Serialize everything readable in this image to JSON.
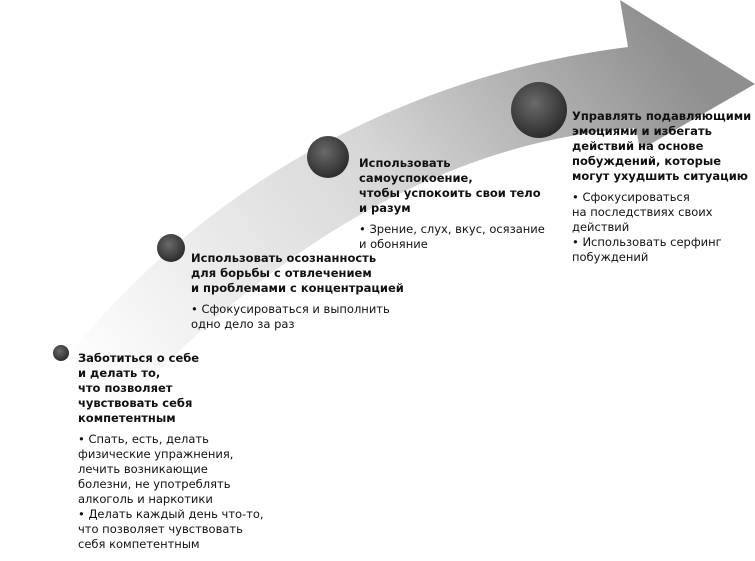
{
  "colors": {
    "arrow_dark": "#8f8f8f",
    "arrow_light": "#ffffff",
    "dot_center": "#6a6a6a",
    "dot_edge": "#2a2a2a",
    "text": "#111111"
  },
  "steps": [
    {
      "title": "Заботиться о себе\nи делать то,\nчто позволяет\nчувствовать себя\nкомпетентным",
      "bullets": [
        "• Спать, есть, делать\nфизические упражнения,\nлечить возникающие\nболезни, не употреблять\nалкоголь и наркотики",
        "• Делать каждый день что-то,\nчто позволяет чувствовать\nсебя компетентным"
      ]
    },
    {
      "title": "Использовать осознанность\nдля борьбы с отвлечением\nи проблемами с концентрацией",
      "bullets": [
        "• Сфокусироваться и выполнить\nодно дело за раз"
      ]
    },
    {
      "title": "Использовать самоуспокоение,\nчтобы успокоить свои тело\nи разум",
      "bullets": [
        "• Зрение, слух, вкус, осязание\nи обоняние"
      ]
    },
    {
      "title": "Управлять подавляющими\nэмоциями и избегать\nдействий на основе\nпобуждений, которые\nмогут ухудшить ситуацию",
      "bullets": [
        "• Сфокусироваться\nна последствиях своих\nдействий",
        "• Использовать серфинг\nпобуждений"
      ]
    }
  ]
}
